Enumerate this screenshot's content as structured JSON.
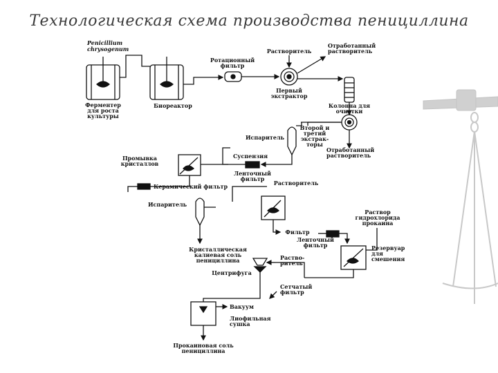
{
  "slide": {
    "title": "Технологическая схема производства пенициллина"
  },
  "diagram": {
    "labels": {
      "organism_1": "Penicillium",
      "organism_2": "chrysogenum",
      "fermenter_1": "Ферментер",
      "fermenter_2": "для роста",
      "fermenter_3": "культуры",
      "bioreactor": "Биореактор",
      "rotary_filter_1": "Ротационный",
      "rotary_filter_2": "фильтр",
      "solvent_top": "Растворитель",
      "spent_solvent_top_1": "Отработанный",
      "spent_solvent_top_2": "растворитель",
      "first_extractor_1": "Первый",
      "first_extractor_2": "экстрактор",
      "column_1": "Колонна для",
      "column_2": "очистки",
      "second_extractor_1": "Второй и",
      "second_extractor_2": "третий",
      "second_extractor_3": "экстрак-",
      "second_extractor_4": "торы",
      "spent_solvent_mid_1": "Отработанный",
      "spent_solvent_mid_2": "растворитель",
      "evaporator_1": "Испаритель",
      "suspension": "Суспензия",
      "crystal_wash_1": "Промывка",
      "crystal_wash_2": "кристаллов",
      "belt_filter_1_a": "Ленточный",
      "belt_filter_1_b": "фильтр",
      "solvent_mid": "Растворитель",
      "ceramic_filter": "Керамический фильтр",
      "evaporator_2": "Испаритель",
      "procaine_solution_1": "Раствор",
      "procaine_solution_2": "гидрохлорида",
      "procaine_solution_3": "прокаина",
      "filter": "Фильтр",
      "belt_filter_2_a": "Ленточный",
      "belt_filter_2_b": "фильтр",
      "mixing_tank_1": "Резервуар",
      "mixing_tank_2": "для",
      "mixing_tank_3": "смешения",
      "potassium_salt_1": "Кристаллическая",
      "potassium_salt_2": "калиевая соль",
      "potassium_salt_3": "пенициллина",
      "solvent_low_1": "Раство-",
      "solvent_low_2": "ритель",
      "centrifuge": "Центрифуга",
      "mesh_filter_1": "Сетчатый",
      "mesh_filter_2": "фильтр",
      "vacuum": "Вакуум",
      "lyophilic_1": "Лиофильная",
      "lyophilic_2": "сушка",
      "procaine_salt_1": "Прокаиновая соль",
      "procaine_salt_2": "пенициллина"
    }
  },
  "colors": {
    "title": "#3a3a3a",
    "ink": "#111111",
    "decor": "#c8c8c8"
  }
}
